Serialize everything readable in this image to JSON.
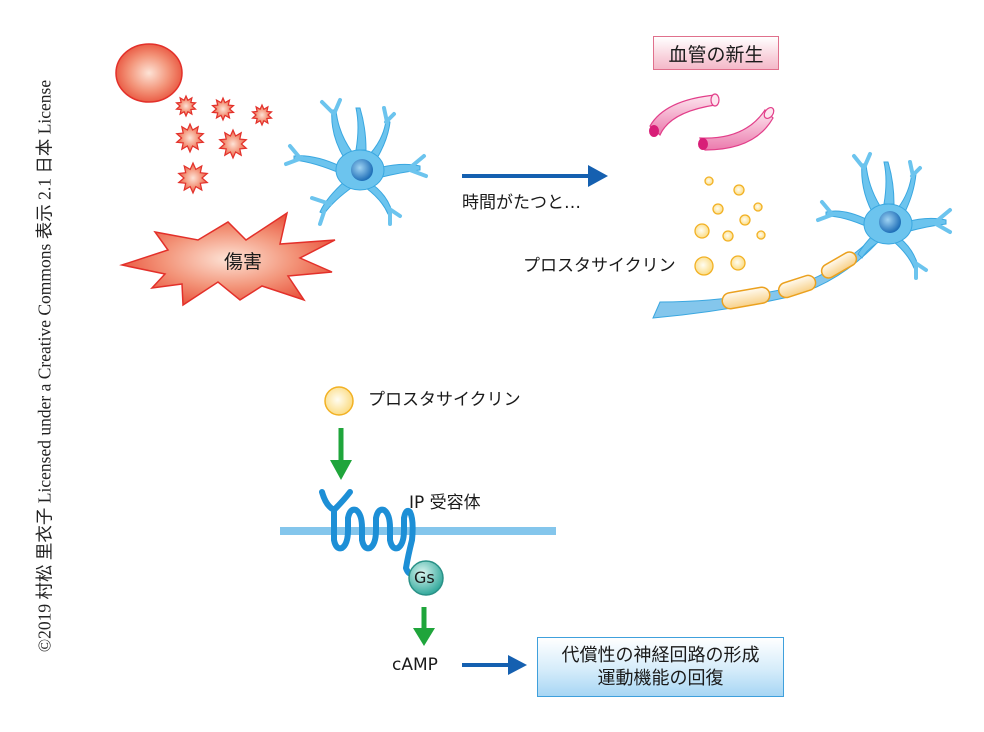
{
  "license_text": "©2019 村松 里衣子 Licensed under a Creative Commons 表示 2.1 日本 License",
  "top_panel": {
    "injury_label": "傷害",
    "time_label": "時間がたつと…",
    "angiogenesis_label": "血管の新生",
    "prostacyclin_label": "プロスタサイクリン"
  },
  "pathway": {
    "ligand_label": "プロスタサイクリン",
    "receptor_label": "IP 受容体",
    "g_protein_label": "Gs",
    "second_messenger_label": "cAMP",
    "outcome_lines": [
      "代償性の神経回路の形成",
      "運動機能の回復"
    ]
  },
  "colors": {
    "injury_red": "#e8392f",
    "neuron_blue": "#6cc4ee",
    "neuron_nucleus": "#2f7fc4",
    "arrow_blue": "#1560b0",
    "arrow_green": "#1fa53b",
    "prostacyclin_yellow": "#f2b124",
    "vessel_pink": "#e23f8a",
    "gs_teal": "#3ab1a6",
    "membrane_blue": "#84c6ec"
  }
}
